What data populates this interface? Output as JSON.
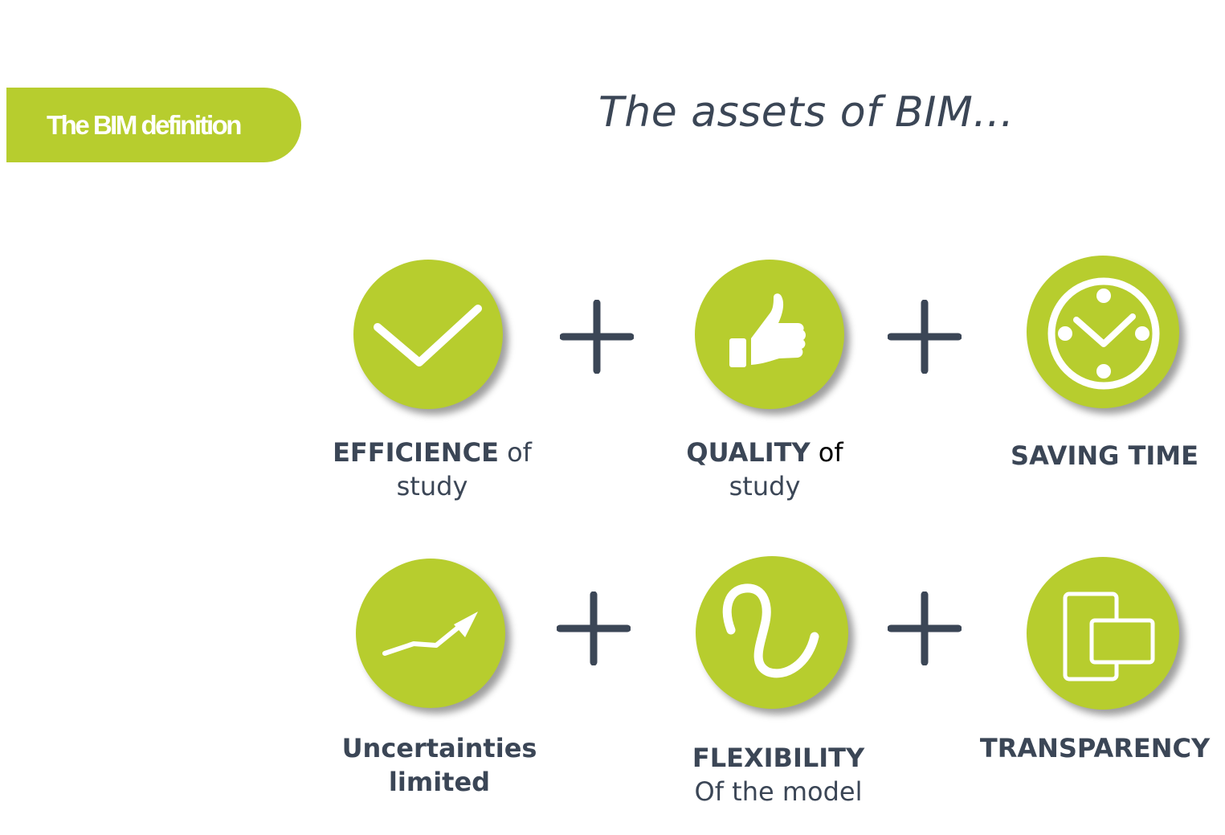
{
  "tag": {
    "label": "The BIM definition"
  },
  "title": "The assets of BIM...",
  "assets": [
    {
      "bold": "EFFICIENCE",
      "rest": " of",
      "line2": "study",
      "icon": "checkmark-icon"
    },
    {
      "bold": "QUALITY",
      "rest": " of",
      "line2": "study",
      "icon": "thumbs-up-icon"
    },
    {
      "bold": "SAVING TIME",
      "icon": "clock-icon"
    },
    {
      "bold": "Uncertainties",
      "bold2": "limited",
      "icon": "trend-arrow-icon"
    },
    {
      "bold": "FLEXIBILITY",
      "line2": "Of the model",
      "icon": "flexible-curve-icon"
    },
    {
      "bold": "TRANSPARENCY",
      "icon": "overlapping-panels-icon"
    }
  ],
  "colors": {
    "accent": "#b7cd2e",
    "text": "#3b4656",
    "white": "#ffffff"
  }
}
